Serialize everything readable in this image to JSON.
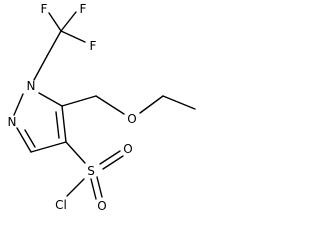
{
  "molecule": {
    "atoms": {
      "f1": "F",
      "f2": "F",
      "f3": "F",
      "n1": "N",
      "n2": "N",
      "o_ether": "O",
      "s": "S",
      "o_s1": "O",
      "o_s2": "O",
      "cl": "Cl"
    }
  }
}
